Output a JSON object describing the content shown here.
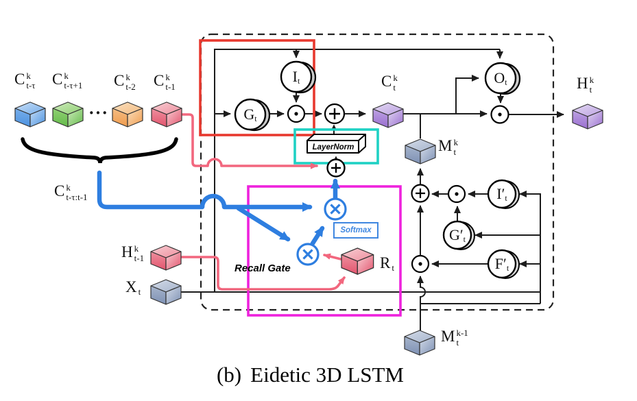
{
  "caption": {
    "index": "(b)",
    "title": "Eidetic 3D LSTM"
  },
  "labels": {
    "c_t_tau": {
      "base": "C",
      "sup": "k",
      "sub": "t-τ"
    },
    "c_t_tau1": {
      "base": "C",
      "sup": "k",
      "sub": "t-τ+1"
    },
    "ellipsis": "···",
    "c_t_2": {
      "base": "C",
      "sup": "k",
      "sub": "t-2"
    },
    "c_t_1": {
      "base": "C",
      "sup": "k",
      "sub": "t-1"
    },
    "c_range": {
      "base": "C",
      "sup": "k",
      "sub": "t-τ:t-1"
    },
    "h_prev": {
      "base": "H",
      "sup": "k",
      "sub": "t-1"
    },
    "x_t": {
      "base": "X",
      "sup": "",
      "sub": "t"
    },
    "r_t": {
      "base": "R",
      "sup": "",
      "sub": "t"
    },
    "c_t": {
      "base": "C",
      "sup": "k",
      "sub": "t"
    },
    "m_t": {
      "base": "M",
      "sup": "k",
      "sub": "t"
    },
    "h_t": {
      "base": "H",
      "sup": "k",
      "sub": "t"
    },
    "m_prev": {
      "base": "M",
      "sup": "k-1",
      "sub": "t"
    }
  },
  "gates": {
    "g": {
      "base": "G",
      "sub": "t"
    },
    "i": {
      "base": "I",
      "sub": "t"
    },
    "o": {
      "base": "O",
      "sub": "t"
    },
    "i_prime": {
      "base": "I′",
      "sub": "t"
    },
    "g_prime": {
      "base": "G′",
      "sub": "t"
    },
    "f_prime": {
      "base": "F′",
      "sub": "t"
    }
  },
  "boxes": {
    "recall_gate": "Recall Gate",
    "softmax": "Softmax",
    "layernorm": "LayerNorm"
  },
  "palette": {
    "ink": "#1c1c1c",
    "pink": "#f2677e",
    "blue": "#2e7ee0",
    "redbox": "#e8392f",
    "cyanbox": "#1fd1c4",
    "magentabox": "#ee22dd",
    "softblue": "#3f87e0",
    "cubes": {
      "blue": {
        "base": "#4d93e0",
        "mid": "#77aeea",
        "light": "#c6ddf6"
      },
      "green": {
        "base": "#64bb4a",
        "mid": "#90d073",
        "light": "#cdeabc"
      },
      "orange": {
        "base": "#f09c4e",
        "mid": "#f4bc82",
        "light": "#fadfbe"
      },
      "red": {
        "base": "#e2556e",
        "mid": "#ee8f9e",
        "light": "#f8cdd3"
      },
      "purple": {
        "base": "#9a6fd0",
        "mid": "#bda2e2",
        "light": "#e2d8f2"
      },
      "slate": {
        "base": "#7e91b4",
        "mid": "#a6b4cc",
        "light": "#d3dbe8"
      }
    }
  }
}
